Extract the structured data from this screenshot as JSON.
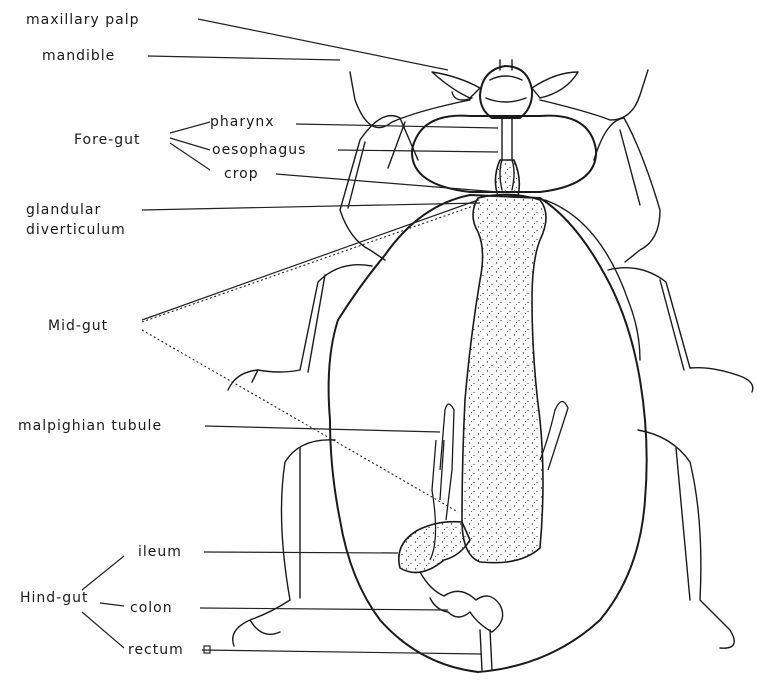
{
  "labels": {
    "maxillary_palp": "maxillary palp",
    "mandible": "mandible",
    "fore_gut": "Fore-gut",
    "pharynx": "pharynx",
    "oesophagus": "oesophagus",
    "crop": "crop",
    "glandular": "glandular",
    "diverticulum": "diverticulum",
    "mid_gut": "Mid-gut",
    "malpighian_tubule": "malpighian tubule",
    "ileum": "ileum",
    "hind_gut": "Hind-gut",
    "colon": "colon",
    "rectum": "rectum"
  },
  "colors": {
    "ink": "#1a1a1a",
    "paper": "#ffffff"
  }
}
